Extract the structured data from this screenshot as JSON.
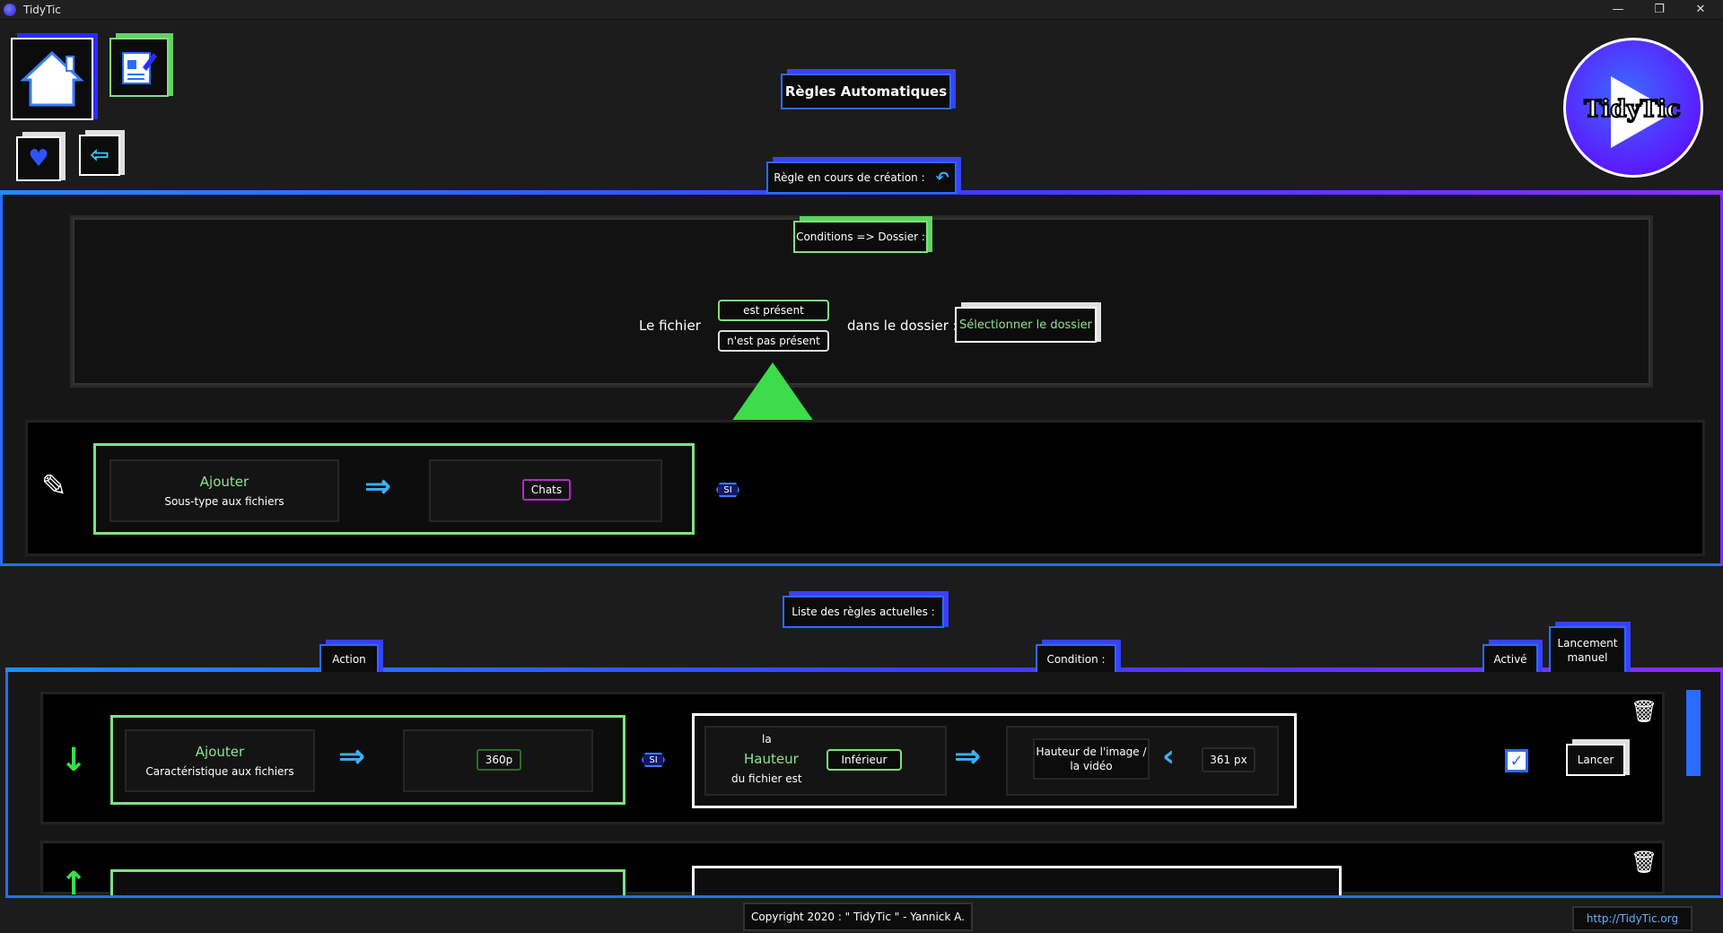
{
  "window": {
    "title": "TidyTic",
    "minimize": "—",
    "maximize": "❐",
    "close": "✕"
  },
  "header": {
    "page_title": "Règles Automatiques",
    "logo_text": "TidyTic"
  },
  "creation": {
    "section_label": "Règle en cours de création :",
    "conditions_label": "Conditions => Dossier :",
    "sentence_start": "Le fichier",
    "option_present": "est présent",
    "option_absent": "n'est pas présent",
    "sentence_mid": "dans le dossier :",
    "select_folder_button": "Sélectionner le dossier",
    "action_title": "Ajouter",
    "action_subtitle": "Sous-type aux fichiers",
    "action_value": "Chats",
    "if_badge": "SI"
  },
  "list": {
    "section_label": "Liste des règles actuelles :",
    "col_action": "Action",
    "col_condition": "Condition :",
    "col_active": "Activé",
    "col_manual": "Lancement manuel",
    "rules": [
      {
        "action_title": "Ajouter",
        "action_subtitle": "Caractéristique aux fichiers",
        "action_value": "360p",
        "if_badge": "SI",
        "cond_la": "la",
        "cond_property": "Hauteur",
        "cond_suffix": "du fichier est",
        "cond_operator": "Inférieur",
        "cond_target": "Hauteur de l'image / la vidéo",
        "cond_value": "361 px",
        "active": true,
        "launch_button": "Lancer"
      }
    ]
  },
  "footer": {
    "copyright": "Copyright 2020 : \" TidyTic \" - Yannick A.",
    "link": "http://TidyTic.org"
  },
  "colors": {
    "blue": "#2a6cff",
    "green": "#7fe07f",
    "purple": "#8a2dff",
    "arrow_green": "#3ddc4a"
  }
}
